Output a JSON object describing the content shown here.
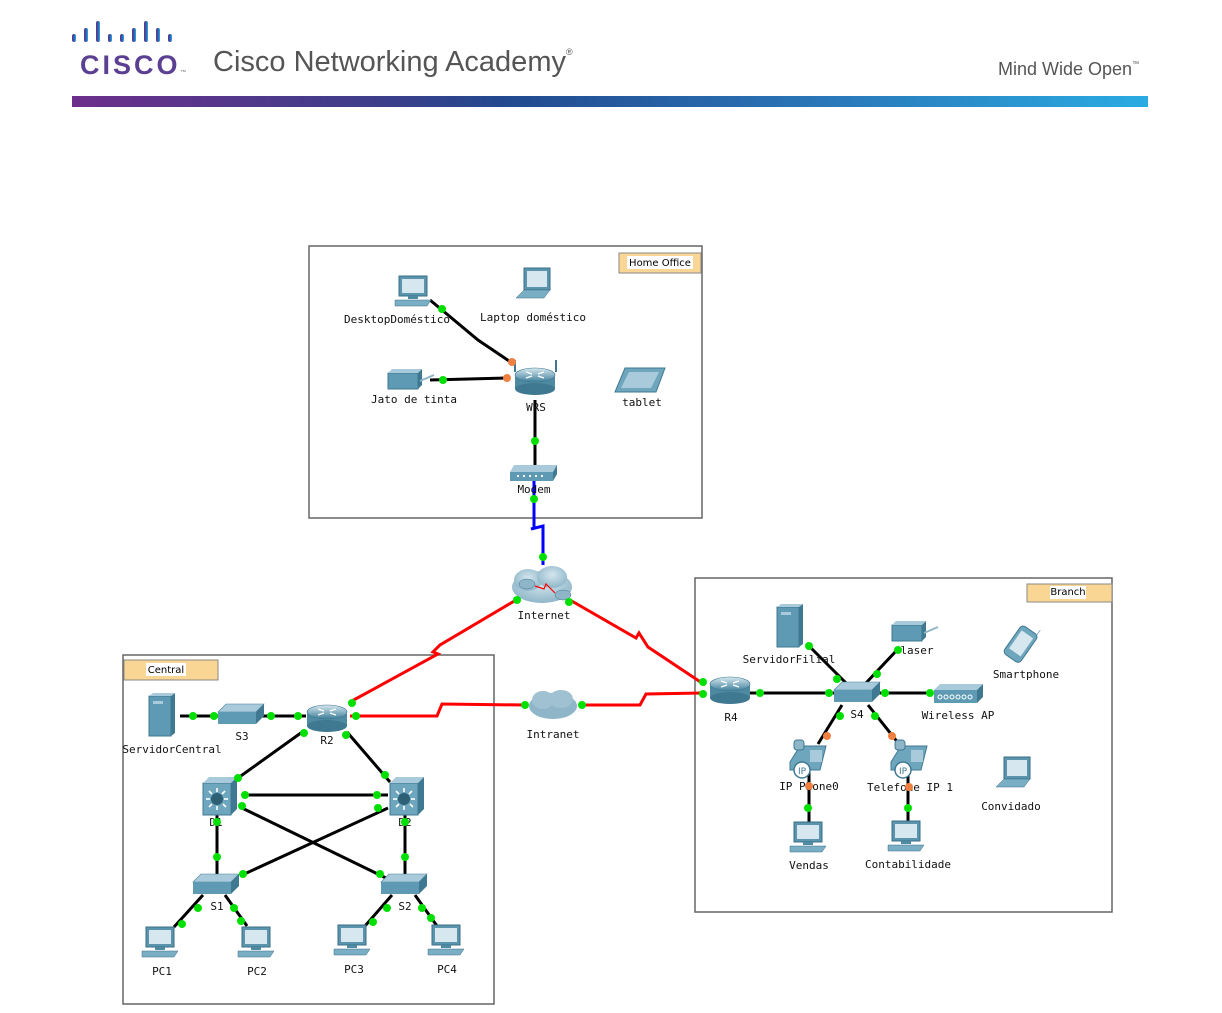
{
  "header": {
    "brand_word": "CISCO",
    "title": "Cisco Networking Academy",
    "title_mark": "®",
    "tagline": "Mind Wide Open",
    "tagline_mark": "™",
    "gradient_colors": [
      "#6c2f8b",
      "#22498f",
      "#2aabe2"
    ]
  },
  "areas": {
    "home_office": "Home Office",
    "central": "Central",
    "branch": "Branch"
  },
  "devices": {
    "desktop_domestico": "DesktopDoméstico",
    "laptop_domestico": "Laptop doméstico",
    "jato_de_tinta": "Jato de tinta",
    "wrs": "WRS",
    "tablet": "tablet",
    "modem": "Modem",
    "internet": "Internet",
    "intranet": "Intranet",
    "servidor_central": "ServidorCentral",
    "s3": "S3",
    "r2": "R2",
    "d1": "D1",
    "d2": "D2",
    "s1": "S1",
    "s2": "S2",
    "pc1": "PC1",
    "pc2": "PC2",
    "pc3": "PC3",
    "pc4": "PC4",
    "servidor_filial": "ServidorFilial",
    "laser": "laser",
    "smartphone": "Smartphone",
    "r4": "R4",
    "s4": "S4",
    "wireless_ap": "Wireless AP",
    "ip_phone0": "IP Phone0",
    "telefone_ip1": "Telefone IP 1",
    "convidado": "Convidado",
    "vendas": "Vendas",
    "contabilidade": "Contabilidade"
  },
  "link_colors": {
    "ethernet": "#000000",
    "serial": "#ff0000",
    "coax": "#0000ff",
    "port_up": "#00e000",
    "port_pending": "#f08040"
  }
}
